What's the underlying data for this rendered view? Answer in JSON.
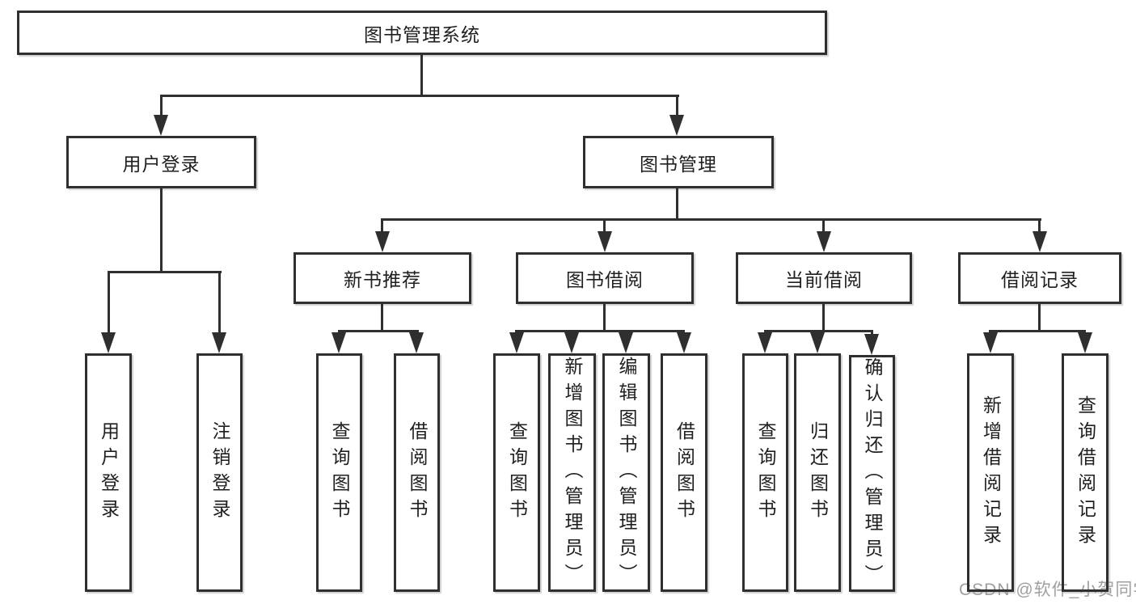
{
  "diagram": {
    "root": {
      "label": "图书管理系统"
    },
    "branches": [
      {
        "id": "user-login",
        "label": "用户登录",
        "children": [
          {
            "label": "用户登录"
          },
          {
            "label": "注销登录"
          }
        ]
      },
      {
        "id": "book-management",
        "label": "图书管理",
        "sections": [
          {
            "label": "新书推荐",
            "children": [
              {
                "label": "查询图书"
              },
              {
                "label": "借阅图书"
              }
            ]
          },
          {
            "label": "图书借阅",
            "children": [
              {
                "label": "查询图书"
              },
              {
                "label": "新增图书（管理员）"
              },
              {
                "label": "编辑图书（管理员）"
              },
              {
                "label": "借阅图书"
              }
            ]
          },
          {
            "label": "当前借阅",
            "children": [
              {
                "label": "查询图书"
              },
              {
                "label": "归还图书"
              },
              {
                "label": "确认归还（管理员）"
              }
            ]
          },
          {
            "label": "借阅记录",
            "children": [
              {
                "label": "新增借阅记录"
              },
              {
                "label": "查询借阅记录"
              }
            ]
          }
        ]
      }
    ],
    "watermark": "CSDN @软件_小贺同学",
    "colors": {
      "line": "#2f2f2f",
      "text": "#1f1f1f",
      "background": "#ffffff",
      "watermark": "#9f9f9f"
    }
  }
}
